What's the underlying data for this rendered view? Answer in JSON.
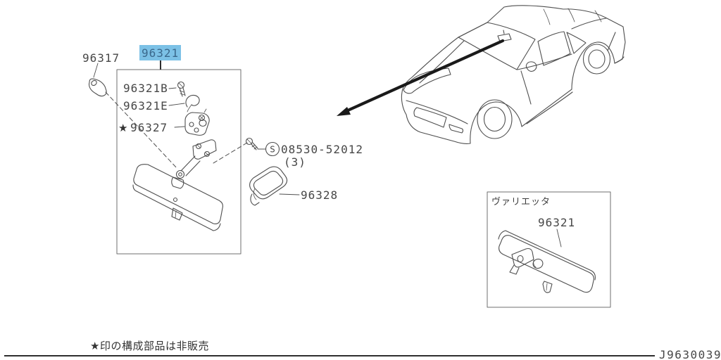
{
  "colors": {
    "highlight_bg": "#7cc1e6",
    "highlight_text": "#3a688c",
    "ink": "#474747",
    "line": "#4f4f4f",
    "arrow": "#1a1a1a"
  },
  "footer": {
    "note": "★印の構成部品は非販売",
    "code": "J9630039"
  },
  "main_assembly": {
    "selected_part": "96321",
    "labels": {
      "cap": "96317",
      "screw": "96321B",
      "clip": "96321E",
      "star": "★",
      "base": "96327",
      "screw_set_symbol": "S",
      "screw_set": "08530-52012",
      "screw_set_qty": "(3)",
      "grommet": "96328"
    }
  },
  "variant_box": {
    "model": "ヴァリエッタ",
    "mirror": "96321"
  }
}
